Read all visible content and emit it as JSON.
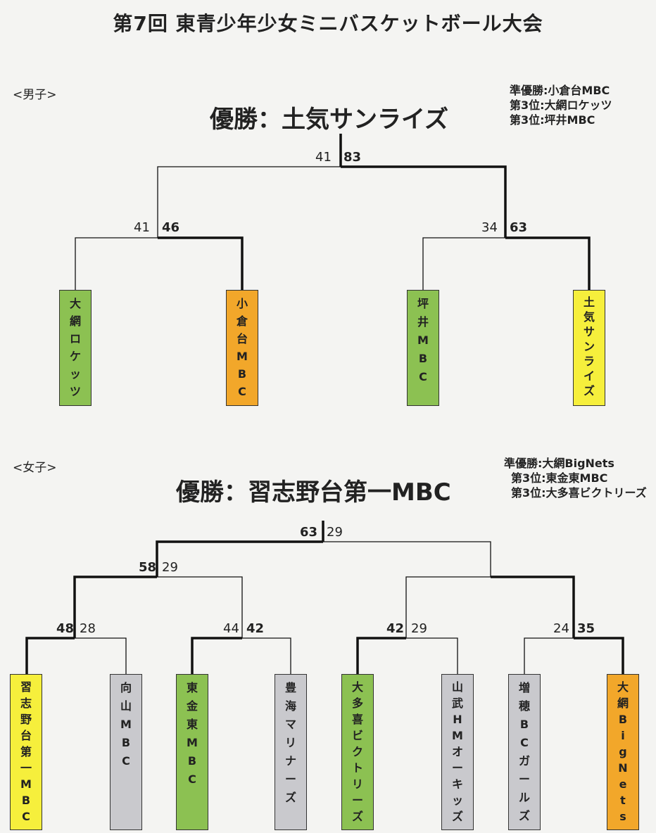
{
  "title": "第7回 東青少年少女ミニバスケットボール大会",
  "colors": {
    "green": "#8cc152",
    "orange": "#f2a72a",
    "yellow": "#f6ef3c",
    "gray": "#c9c9cd"
  },
  "boys": {
    "section_label": "<男子>",
    "champion": "優勝：土気サンライズ",
    "results": [
      "準優勝:小倉台MBC",
      "第3位:大網ロケッツ",
      "第3位:坪井MBC"
    ],
    "teams": [
      {
        "name": "大網ロケッツ",
        "color": "green"
      },
      {
        "name": "小倉台MBC",
        "color": "orange"
      },
      {
        "name": "坪井MBC",
        "color": "green"
      },
      {
        "name": "土気サンライズ",
        "color": "yellow"
      }
    ],
    "scores": {
      "semi1_left": "41",
      "semi1_right": "46",
      "semi2_left": "34",
      "semi2_right": "63",
      "final_left": "41",
      "final_right": "83"
    }
  },
  "girls": {
    "section_label": "<女子>",
    "champion": "優勝：習志野台第一MBC",
    "results": [
      "準優勝:大網BigNets",
      "第3位:東金東MBC",
      "第3位:大多喜ビクトリーズ"
    ],
    "teams": [
      {
        "name": "習志野台第一MBC",
        "color": "yellow"
      },
      {
        "name": "向山MBC",
        "color": "gray"
      },
      {
        "name": "東金東MBC",
        "color": "green"
      },
      {
        "name": "豊海マリナーズ",
        "color": "gray"
      },
      {
        "name": "大多喜ビクトリーズ",
        "color": "green"
      },
      {
        "name": "山武HMオーキッズ",
        "color": "gray"
      },
      {
        "name": "増穂BCガールズ",
        "color": "gray"
      },
      {
        "name": "大網BigNets",
        "color": "orange"
      }
    ],
    "scores": {
      "r1_m1_left": "48",
      "r1_m1_right": "28",
      "r1_m2_left": "44",
      "r1_m2_right": "42",
      "r1_m3_left": "42",
      "r1_m3_right": "29",
      "r1_m4_left": "24",
      "r1_m4_right": "35",
      "semi1_left": "58",
      "semi1_right": "29",
      "final_left": "63",
      "final_right": "29"
    }
  }
}
